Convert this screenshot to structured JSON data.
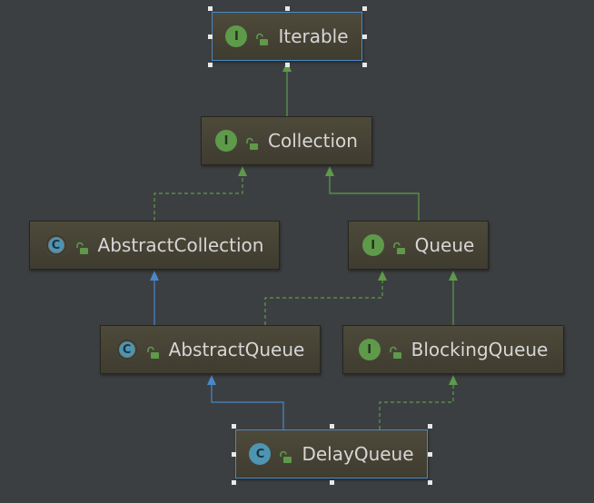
{
  "diagram": {
    "colors": {
      "background": "#3c3f41",
      "implements_edge": "#5e9a4a",
      "extends_edge": "#4a88c7",
      "interface_badge": "#5e9a4a",
      "class_badge": "#4e95b1"
    },
    "nodes": [
      {
        "id": "iterable",
        "label": "Iterable",
        "kind": "interface",
        "badge": "I",
        "icon": "unlocked-lock-icon"
      },
      {
        "id": "collection",
        "label": "Collection",
        "kind": "interface",
        "badge": "I",
        "icon": "unlocked-lock-icon"
      },
      {
        "id": "abstractcollection",
        "label": "AbstractCollection",
        "kind": "abstract-class",
        "badge": "C",
        "icon": "unlocked-lock-icon"
      },
      {
        "id": "queue",
        "label": "Queue",
        "kind": "interface",
        "badge": "I",
        "icon": "unlocked-lock-icon"
      },
      {
        "id": "abstractqueue",
        "label": "AbstractQueue",
        "kind": "abstract-class",
        "badge": "C",
        "icon": "unlocked-lock-icon"
      },
      {
        "id": "blockingqueue",
        "label": "BlockingQueue",
        "kind": "interface",
        "badge": "I",
        "icon": "unlocked-lock-icon"
      },
      {
        "id": "delayqueue",
        "label": "DelayQueue",
        "kind": "class",
        "badge": "C",
        "icon": "unlocked-lock-icon"
      }
    ],
    "edges": [
      {
        "from": "collection",
        "to": "iterable",
        "type": "extends-interface",
        "style": "solid",
        "color": "green"
      },
      {
        "from": "abstractcollection",
        "to": "collection",
        "type": "implements",
        "style": "dashed",
        "color": "green"
      },
      {
        "from": "queue",
        "to": "collection",
        "type": "extends-interface",
        "style": "solid",
        "color": "green"
      },
      {
        "from": "abstractqueue",
        "to": "abstractcollection",
        "type": "extends",
        "style": "solid",
        "color": "blue"
      },
      {
        "from": "abstractqueue",
        "to": "queue",
        "type": "implements",
        "style": "dashed",
        "color": "green"
      },
      {
        "from": "blockingqueue",
        "to": "queue",
        "type": "extends-interface",
        "style": "solid",
        "color": "green"
      },
      {
        "from": "delayqueue",
        "to": "abstractqueue",
        "type": "extends",
        "style": "solid",
        "color": "blue"
      },
      {
        "from": "delayqueue",
        "to": "blockingqueue",
        "type": "implements",
        "style": "dashed",
        "color": "green"
      }
    ],
    "selected_nodes": [
      "iterable",
      "delayqueue"
    ]
  }
}
